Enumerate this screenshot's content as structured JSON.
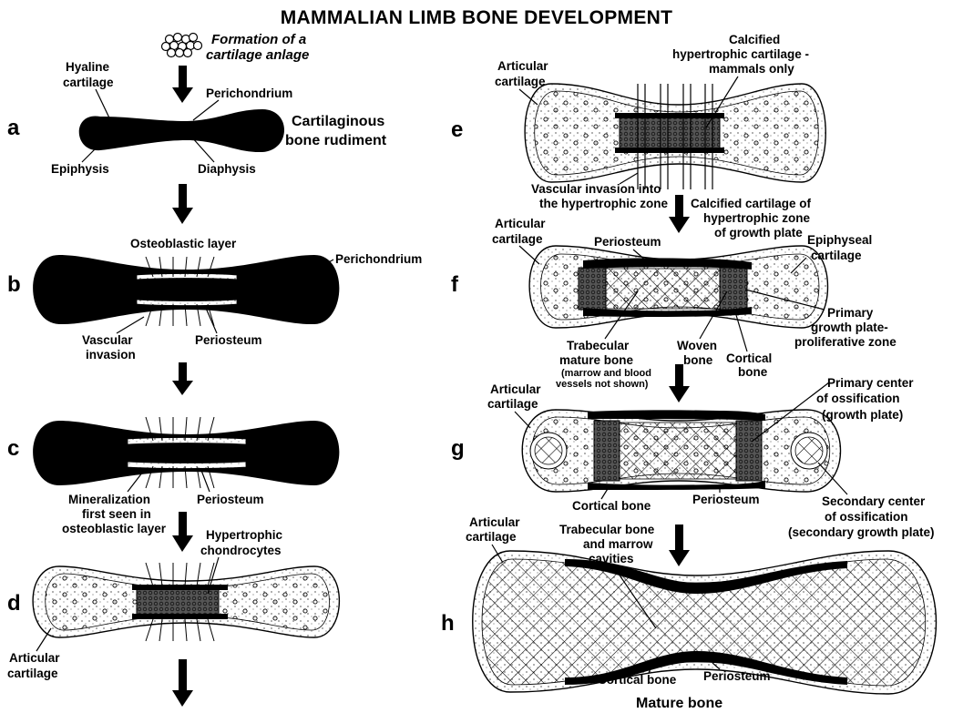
{
  "title": "MAMMALIAN LIMB BONE DEVELOPMENT",
  "steps": {
    "a": {
      "letter": "a",
      "formation": [
        "Formation of a",
        "cartilage anlage"
      ],
      "hyaline": [
        "Hyaline",
        "cartilage"
      ],
      "perichondrium": "Perichondrium",
      "rudiment": [
        "Cartilaginous",
        "bone rudiment"
      ],
      "epiphysis": "Epiphysis",
      "diaphysis": "Diaphysis"
    },
    "b": {
      "letter": "b",
      "osteoblastic": "Osteoblastic layer",
      "perichondrium": "Perichondrium",
      "vascular": [
        "Vascular",
        "invasion"
      ],
      "periosteum": "Periosteum"
    },
    "c": {
      "letter": "c",
      "mineralization": [
        "Mineralization",
        "first seen in",
        "osteoblastic layer"
      ],
      "periosteum": "Periosteum"
    },
    "d": {
      "letter": "d",
      "hypertrophic": [
        "Hypertrophic",
        "chondrocytes"
      ],
      "articular": [
        "Articular",
        "cartilage"
      ]
    },
    "e": {
      "letter": "e",
      "articular": [
        "Articular",
        "cartilage"
      ],
      "calcified": [
        "Calcified",
        "hypertrophic cartilage -",
        "mammals only"
      ],
      "vascular": [
        "Vascular invasion into",
        "the hypertrophic zone"
      ]
    },
    "f": {
      "letter": "f",
      "calcified_zone": [
        "Calcified cartilage of",
        "hypertrophic zone",
        "of growth plate"
      ],
      "articular": [
        "Articular",
        "cartilage"
      ],
      "periosteum": "Periosteum",
      "epiphyseal": [
        "Epiphyseal",
        "cartilage"
      ],
      "primary_growth": [
        "Primary",
        "growth plate-",
        "proliferative zone"
      ],
      "trabecular": [
        "Trabecular",
        "mature bone"
      ],
      "trabecular_note": [
        "(marrow and blood",
        "vessels not shown)"
      ],
      "woven": [
        "Woven",
        "bone"
      ],
      "cortical": [
        "Cortical",
        "bone"
      ]
    },
    "g": {
      "letter": "g",
      "articular": [
        "Articular",
        "cartilage"
      ],
      "primary_center": [
        "Primary center",
        "of ossification",
        "(growth plate)"
      ],
      "cortical": "Cortical bone",
      "periosteum": "Periosteum",
      "secondary_center": [
        "Secondary center",
        "of ossification",
        "(secondary growth plate)"
      ]
    },
    "h": {
      "letter": "h",
      "articular": [
        "Articular",
        "cartilage"
      ],
      "trabecular": [
        "Trabecular bone",
        "and marrow",
        "cavities"
      ],
      "cortical": "Cortical bone",
      "periosteum": "Periosteum",
      "mature": "Mature bone"
    }
  }
}
